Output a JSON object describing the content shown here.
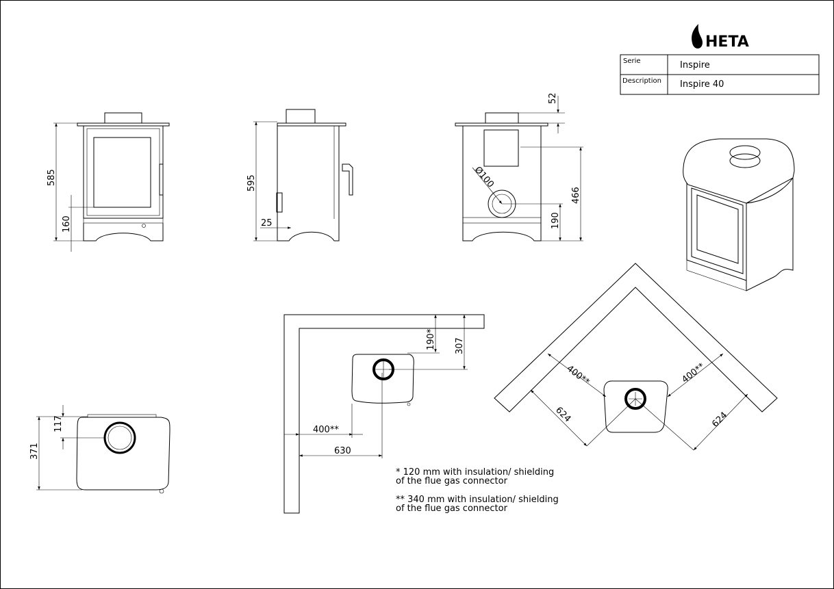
{
  "title_block": {
    "logo_text": "HETA",
    "rows": [
      {
        "label": "Serie",
        "value": "Inspire"
      },
      {
        "label": "Description",
        "value": "Inspire 40"
      }
    ]
  },
  "front_view": {
    "height_dim": "585",
    "glass_dim": "160"
  },
  "side_view": {
    "height_dim": "595",
    "offset_dim": "25"
  },
  "rear_view": {
    "top_dim": "52",
    "flue_dim": "466",
    "outlet_dim": "190",
    "diameter_dim": "Ø100"
  },
  "top_view": {
    "depth_dim": "371",
    "flue_dim": "117"
  },
  "wall_plan": {
    "dim_190": "190*",
    "dim_307": "307",
    "dim_400": "400**",
    "dim_630": "630"
  },
  "corner_plan": {
    "dim_400_left": "400**",
    "dim_400_right": "400**",
    "dim_624_left": "624",
    "dim_624_right": "624"
  },
  "notes": [
    {
      "line1": "* 120 mm with insulation/ shielding",
      "line2": "of the flue gas connector"
    },
    {
      "line1": "** 340 mm with insulation/ shielding",
      "line2": "of the flue gas connector"
    }
  ]
}
